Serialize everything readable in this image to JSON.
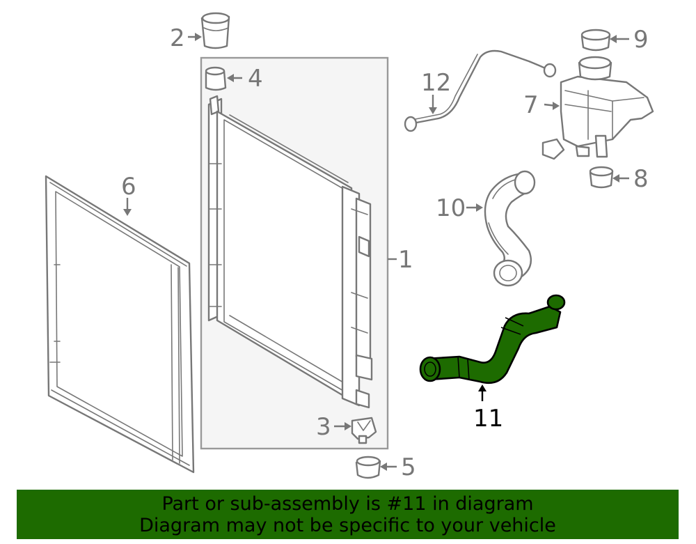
{
  "diagram": {
    "labels": {
      "p1": "1",
      "p2": "2",
      "p3": "3",
      "p4": "4",
      "p5": "5",
      "p6": "6",
      "p7": "7",
      "p8": "8",
      "p9": "9",
      "p10": "10",
      "p11": "11",
      "p12": "12"
    },
    "highlighted_part": "11",
    "highlight_color": "#1d6b00",
    "line_color": "#777777"
  },
  "banner": {
    "line1": "Part or sub-assembly is #11 in diagram",
    "line2": "Diagram may not be specific to your vehicle",
    "color": "#1d6b00"
  }
}
